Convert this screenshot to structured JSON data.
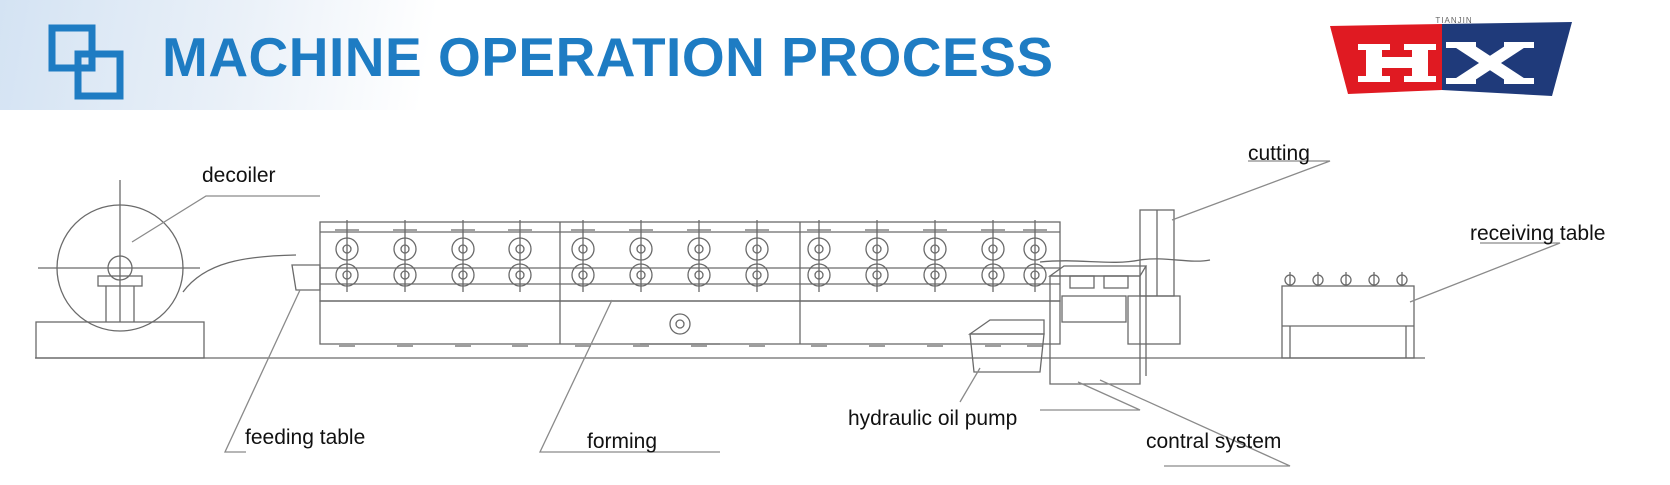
{
  "header": {
    "title": "MACHINE OPERATION PROCESS",
    "accent_color": "#1e7cc3"
  },
  "logo": {
    "mark": "HX",
    "caption": "TIANJIN",
    "colors": {
      "left": "#e01a22",
      "right": "#1f3a7a",
      "letters": "#ffffff"
    }
  },
  "diagram": {
    "labels": {
      "decoiler": "decoiler",
      "feeding_table": "feeding table",
      "forming": "forming",
      "hydraulic_oil_pump": "hydraulic oil pump",
      "contral_system": "contral system",
      "cutting": "cutting",
      "receiving_table": "receiving table"
    }
  }
}
